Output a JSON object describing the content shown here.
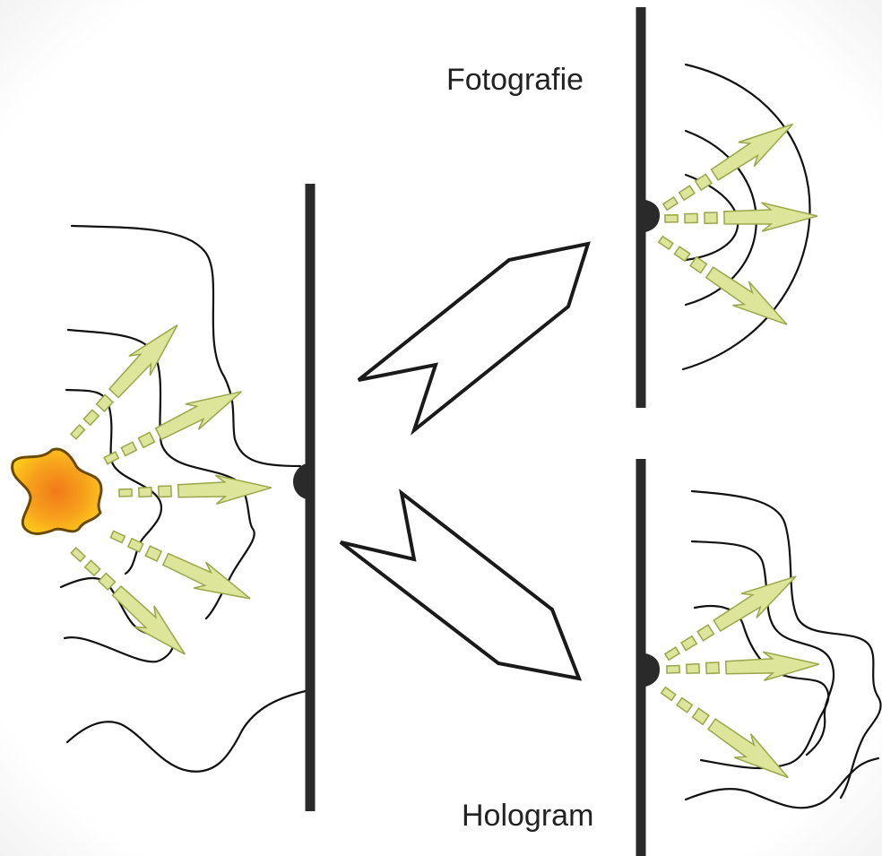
{
  "labels": {
    "photography": "Fotografie",
    "hologram": "Hologram"
  },
  "colors": {
    "ray_fill": "#dde59a",
    "ray_stroke": "#9aa64a",
    "object_inner": "#f07a18",
    "object_outer": "#ffd21a",
    "object_stroke": "#6b4a00",
    "screen": "#2a2a2a",
    "wave_line": "#111111"
  },
  "icons": {
    "object": "light-source-blob",
    "rays": "light-ray-arrow",
    "process_arrows": "chevron-arrow"
  }
}
